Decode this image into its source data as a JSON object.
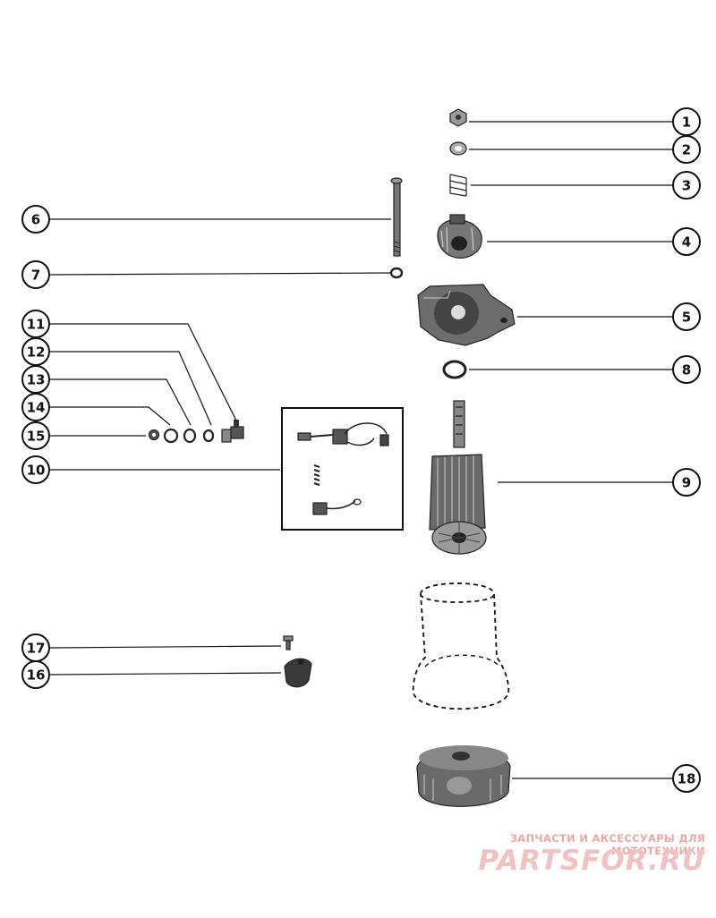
{
  "callouts": {
    "c1": "1",
    "c2": "2",
    "c3": "3",
    "c4": "4",
    "c5": "5",
    "c6": "6",
    "c7": "7",
    "c8": "8",
    "c9": "9",
    "c10": "10",
    "c11": "11",
    "c12": "12",
    "c13": "13",
    "c14": "14",
    "c15": "15",
    "c16": "16",
    "c17": "17",
    "c18": "18"
  },
  "watermark": {
    "caption": "ЗАПЧАСТИ И АКСЕССУАРЫ ДЛЯ МОТОТЕХНИКИ",
    "logo": "PARTSFOR.RU"
  }
}
